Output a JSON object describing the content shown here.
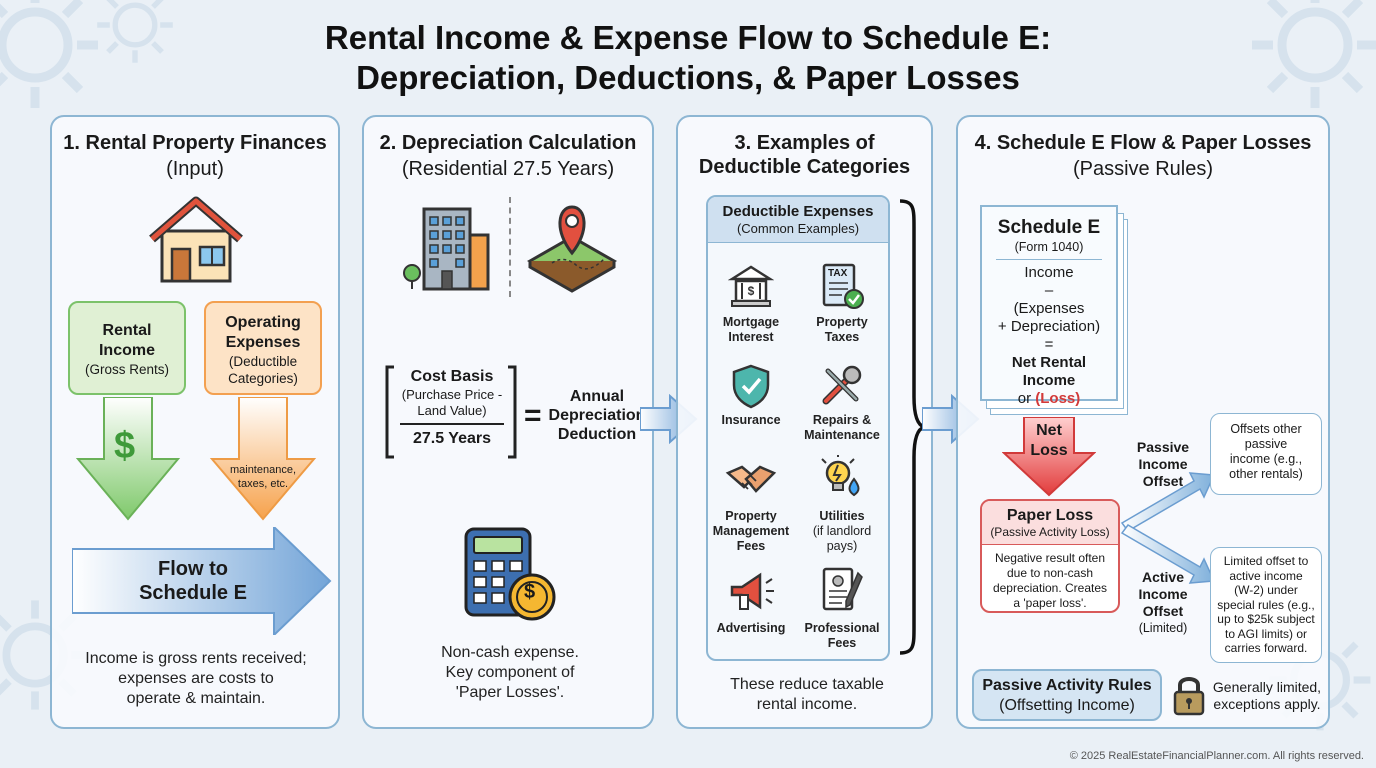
{
  "title": {
    "line1": "Rental Income & Expense Flow to Schedule E:",
    "line2": "Depreciation, Deductions, & Paper Losses"
  },
  "panel1": {
    "heading": "1. Rental Property Finances",
    "subheading": "(Input)",
    "rental_income": {
      "title1": "Rental",
      "title2": "Income",
      "sub": "(Gross Rents)"
    },
    "operating_expenses": {
      "title1": "Operating",
      "title2": "Expenses",
      "sub1": "(Deductible",
      "sub2": "Categories)"
    },
    "dollar_symbol": "$",
    "expense_arrow_text1": "maintenance,",
    "expense_arrow_text2": "taxes, etc.",
    "flow_line1": "Flow to",
    "flow_line2": "Schedule E",
    "note1": "Income is gross rents received;",
    "note2": "expenses are costs to",
    "note3": "operate & maintain."
  },
  "panel2": {
    "heading": "2. Depreciation Calculation",
    "subheading": "(Residential 27.5 Years)",
    "cost_basis": "Cost Basis",
    "cost_sub1": "(Purchase Price -",
    "cost_sub2": "Land Value)",
    "years": "27.5 Years",
    "equals": "=",
    "annual1": "Annual",
    "annual2": "Depreciation",
    "annual3": "Deduction",
    "calc_dollar": "$",
    "note1": "Non-cash expense.",
    "note2": "Key component of",
    "note3": "'Paper Losses'."
  },
  "panel3": {
    "heading1": "3. Examples of",
    "heading2": "Deductible Categories",
    "box_title": "Deductible Expenses",
    "box_sub": "(Common Examples)",
    "items": [
      {
        "l1": "Mortgage",
        "l2": "Interest",
        "l3": ""
      },
      {
        "l1": "Property",
        "l2": "Taxes",
        "l3": ""
      },
      {
        "l1": "Insurance",
        "l2": "",
        "l3": ""
      },
      {
        "l1": "Repairs &",
        "l2": "Maintenance",
        "l3": ""
      },
      {
        "l1": "Property",
        "l2": "Management",
        "l3": "Fees"
      },
      {
        "l1": "Utilities",
        "l2": "(if landlord",
        "l3": "pays)"
      },
      {
        "l1": "Advertising",
        "l2": "",
        "l3": ""
      },
      {
        "l1": "Professional",
        "l2": "Fees",
        "l3": ""
      }
    ],
    "tax_doc_label": "TAX",
    "note1": "These reduce taxable",
    "note2": "rental income."
  },
  "panel4": {
    "heading": "4. Schedule E Flow & Paper Losses",
    "subheading": "(Passive Rules)",
    "sched_title": "Schedule E",
    "sched_form": "(Form 1040)",
    "sched_l1": "Income",
    "sched_l2": "–",
    "sched_l3": "(Expenses",
    "sched_l4": "+ Depreciation)",
    "sched_l5": "=",
    "sched_l6": "Net Rental",
    "sched_l7": "Income",
    "sched_l8a": "or ",
    "sched_l8b": "(Loss)",
    "net_loss1": "Net",
    "net_loss2": "Loss",
    "paper_loss_title": "Paper Loss",
    "paper_loss_sub": "(Passive Activity Loss)",
    "paper_loss_desc1": "Negative result often",
    "paper_loss_desc2": "due to non-cash",
    "paper_loss_desc3": "depreciation. Creates",
    "paper_loss_desc4": "a 'paper loss'.",
    "passive_offset1": "Passive",
    "passive_offset2": "Income",
    "passive_offset3": "Offset",
    "passive_box1": "Offsets other",
    "passive_box2": "passive",
    "passive_box3": "income (e.g.,",
    "passive_box4": "other rentals)",
    "active_offset1": "Active",
    "active_offset2": "Income",
    "active_offset3": "Offset",
    "active_offset4": "(Limited)",
    "active_box1": "Limited offset to",
    "active_box2": "active income",
    "active_box3": "(W-2) under",
    "active_box4": "special rules (e.g.,",
    "active_box5": "up to $25k subject",
    "active_box6": "to AGI limits) or",
    "active_box7": "carries forward.",
    "rules_title": "Passive Activity Rules",
    "rules_sub": "(Offsetting Income)",
    "rules_note1": "Generally limited,",
    "rules_note2": "exceptions apply."
  },
  "footer": "© 2025 RealEstateFinancialPlanner.com. All rights reserved.",
  "colors": {
    "green": "#6abf5e",
    "orange": "#f5a04a",
    "blue": "#5b8ec7",
    "red": "#e24b4b",
    "panel_border": "#8db6d3"
  }
}
